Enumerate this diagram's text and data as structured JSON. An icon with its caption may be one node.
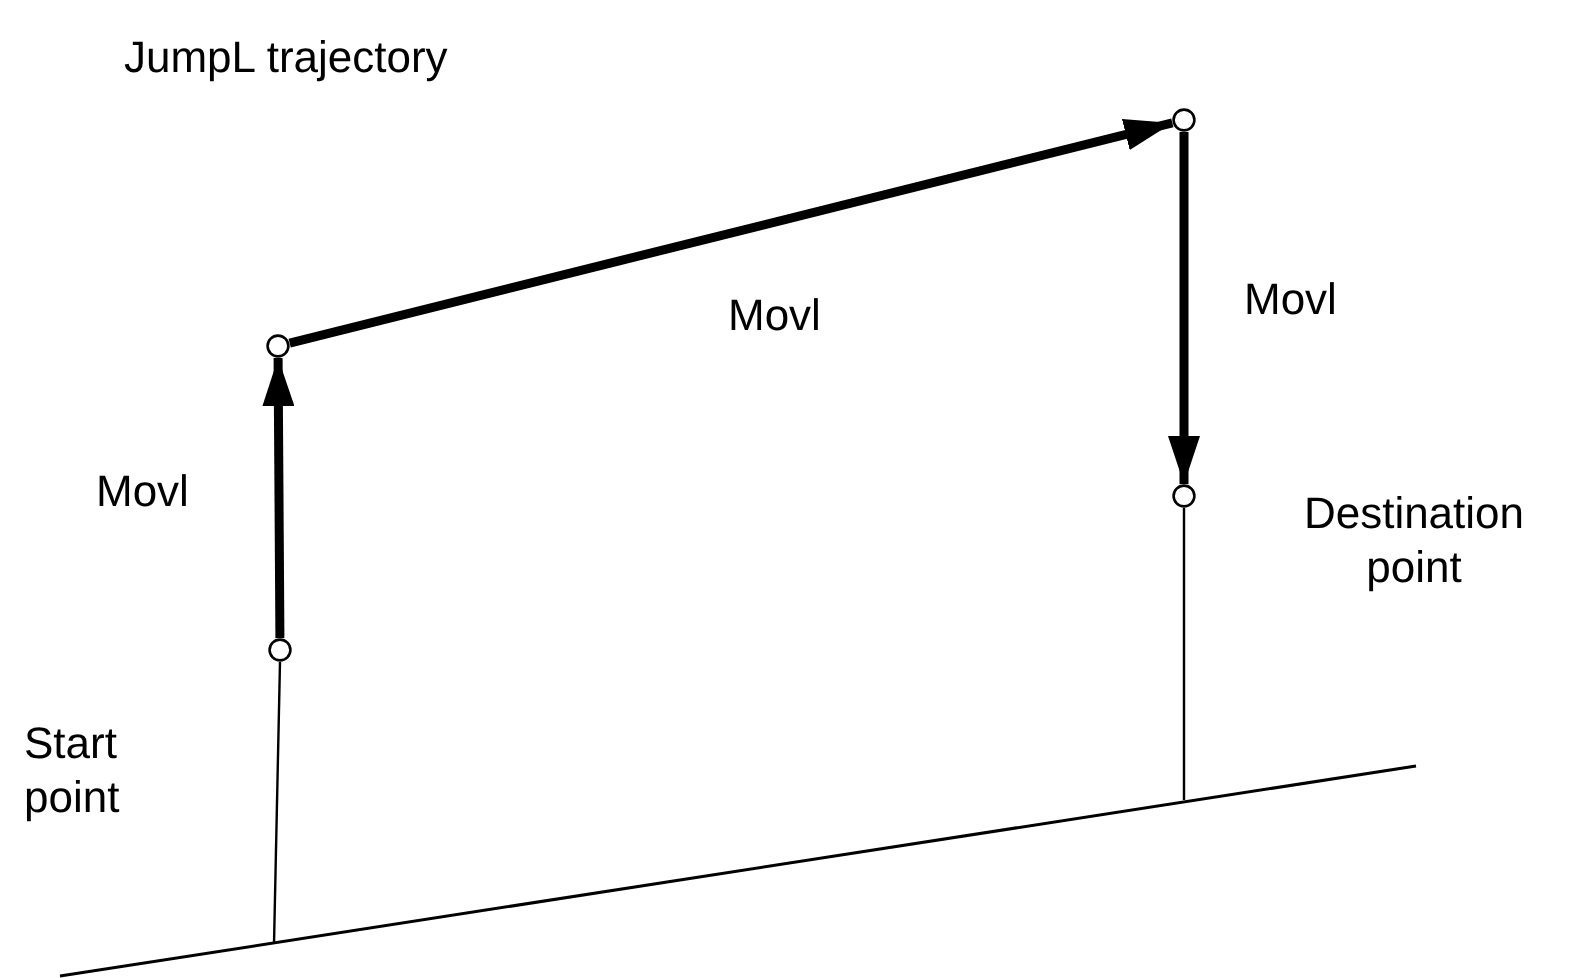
{
  "diagram": {
    "title": "JumpL trajectory",
    "nodes": [
      {
        "text": [],
        "shape": "circle",
        "beside": [
          "Start point"
        ]
      },
      {
        "text": [],
        "shape": "circle"
      },
      {
        "text": [],
        "shape": "circle"
      },
      {
        "text": [],
        "shape": "circle",
        "beside": [
          "Destination point"
        ]
      }
    ],
    "edges": [
      {
        "from": 0,
        "to": 1,
        "arrow": "to",
        "label": "Movl"
      },
      {
        "from": 1,
        "to": 2,
        "arrow": "to",
        "label": "Movl"
      },
      {
        "from": 2,
        "to": 3,
        "arrow": "to",
        "label": "Movl"
      }
    ]
  }
}
